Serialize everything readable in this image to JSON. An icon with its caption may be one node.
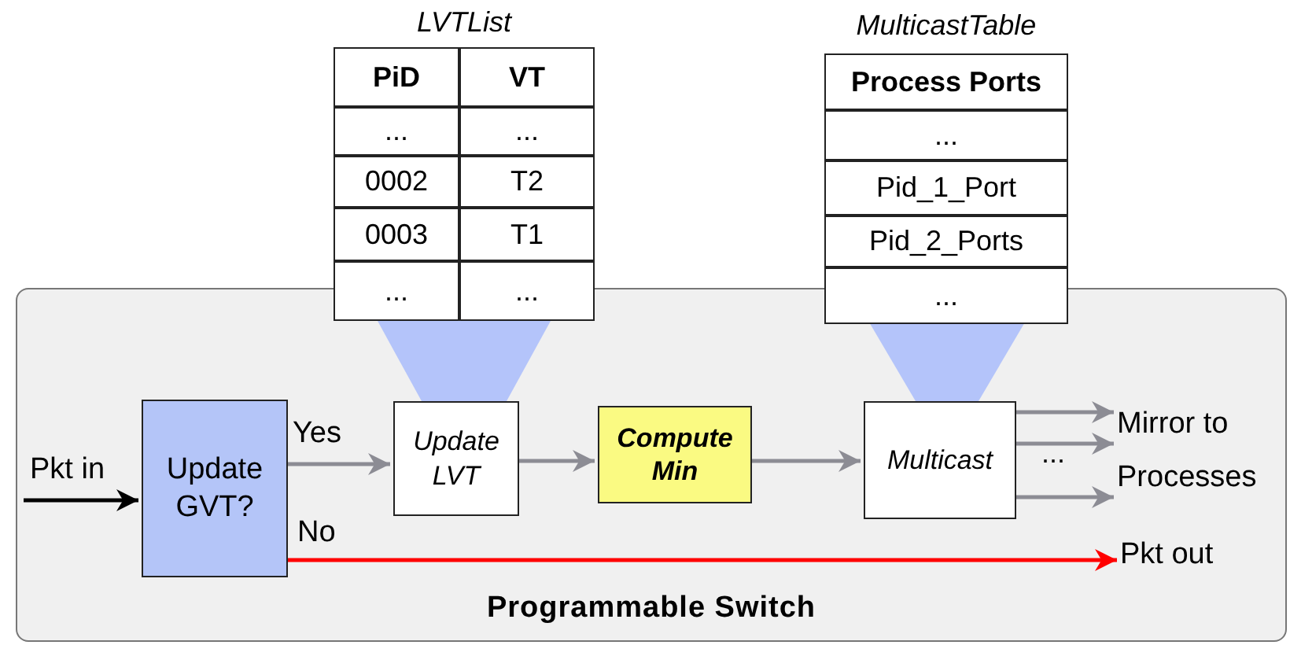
{
  "diagram": {
    "nodes": [
      {
        "text": [
          "Programmable Switch"
        ]
      },
      {
        "text": [
          "Update GVT?"
        ],
        "in": 0
      },
      {
        "text": [
          "Update LVT"
        ],
        "in": 0
      },
      {
        "text": [
          "Compute Min"
        ],
        "in": 0
      },
      {
        "text": [
          "Multicast"
        ],
        "in": 0
      },
      {
        "text": [
          "Mirror to Processes"
        ],
        "in": 0
      },
      {
        "text": [
          "Pkt out"
        ],
        "in": 0
      },
      {
        "text": [
          "LVTList"
        ]
      },
      {
        "text": [
          "MulticastTable"
        ]
      },
      {
        "text": [],
        "shape": "trapezoid",
        "in": 0
      },
      {
        "text": [],
        "shape": "trapezoid",
        "in": 0
      }
    ],
    "edges": [
      {
        "from": null,
        "to": 1,
        "arrow": "to",
        "label": "Pkt in",
        "color": "#000000"
      },
      {
        "from": 1,
        "to": 2,
        "arrow": "to",
        "label": "Yes"
      },
      {
        "from": 2,
        "to": 3,
        "arrow": "to"
      },
      {
        "from": 3,
        "to": 4,
        "arrow": "to"
      },
      {
        "from": 4,
        "to": 5,
        "arrow": "to"
      },
      {
        "from": 4,
        "to": 5,
        "arrow": "to"
      },
      {
        "from": 4,
        "to": 5,
        "arrow": "to"
      },
      {
        "from": 1,
        "to": 6,
        "arrow": "to",
        "label": "No",
        "color": "#ff0000"
      }
    ],
    "labels": [
      "PiD",
      "VT",
      "...",
      "...",
      "0002",
      "T2",
      "0003",
      "T1",
      "...",
      "...",
      "Process Ports",
      "...",
      "Pid_1_Port",
      "Pid_2_Ports",
      "...",
      "..."
    ]
  }
}
